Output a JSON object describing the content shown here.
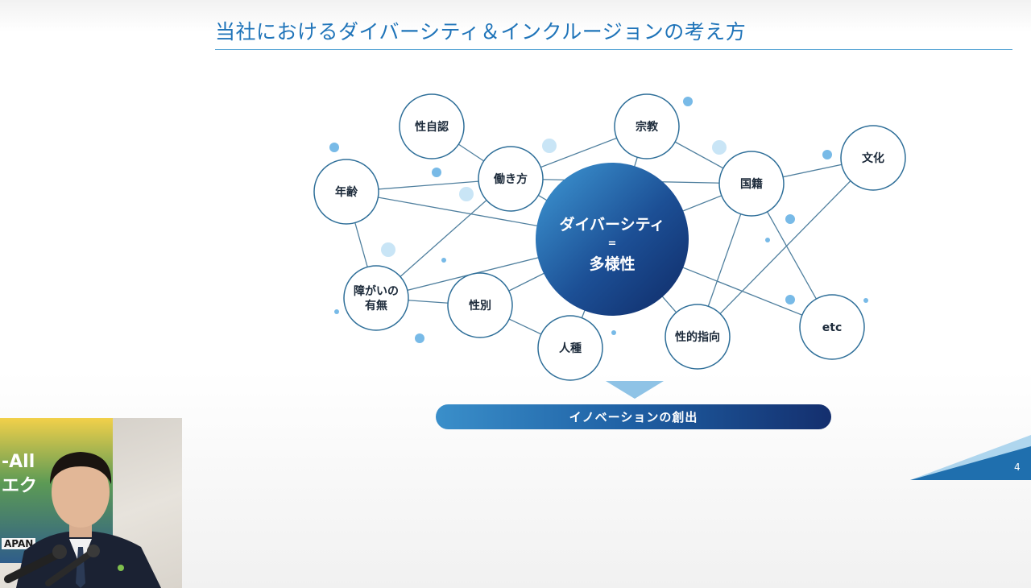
{
  "slide": {
    "title": "当社におけるダイバーシティ＆インクルージョンの考え方",
    "page_number": "4",
    "outcome_label": "イノベーションの創出"
  },
  "diagram": {
    "center": {
      "line1": "ダイバーシティ",
      "line2": "=",
      "line3": "多様性"
    },
    "nodes": [
      {
        "id": "gender-identity",
        "lines": [
          "性自認"
        ]
      },
      {
        "id": "work-style",
        "lines": [
          "働き方"
        ]
      },
      {
        "id": "religion",
        "lines": [
          "宗教"
        ]
      },
      {
        "id": "nationality",
        "lines": [
          "国籍"
        ]
      },
      {
        "id": "culture",
        "lines": [
          "文化"
        ]
      },
      {
        "id": "age",
        "lines": [
          "年齢"
        ]
      },
      {
        "id": "disability",
        "lines": [
          "障がいの",
          "有無"
        ]
      },
      {
        "id": "sex",
        "lines": [
          "性別"
        ]
      },
      {
        "id": "race",
        "lines": [
          "人種"
        ]
      },
      {
        "id": "sexual-orientation",
        "lines": [
          "性的指向"
        ]
      },
      {
        "id": "etc",
        "lines": [
          "etc"
        ]
      }
    ]
  },
  "webcam": {
    "banner_line1": "-All",
    "banner_line2": "エク",
    "banner_line3": "APAN"
  },
  "colors": {
    "title": "#1f74b9",
    "node_border": "#2f6f99",
    "line": "#4f7f9e",
    "center_light": "#3f9ad6",
    "center_dark": "#0f2a66",
    "dot": "#69b3e4"
  }
}
